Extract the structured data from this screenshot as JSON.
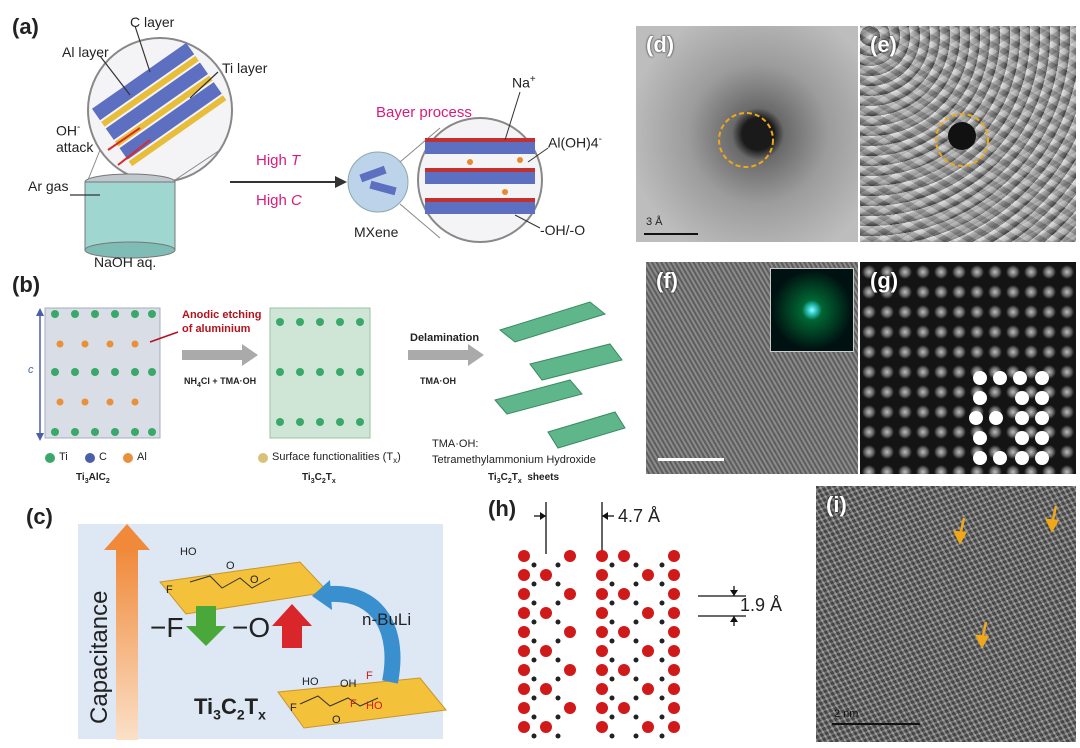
{
  "panel_a": {
    "label": "(a)",
    "c_layer": "C layer",
    "al_layer": "Al layer",
    "ti_layer": "Ti layer",
    "oh_attack_1": "OH",
    "oh_attack_sup": "-",
    "oh_attack_2": "attack",
    "ar_gas": "Ar gas",
    "naoh": "NaOH aq.",
    "high_t_1": "High ",
    "high_t_2": "T",
    "high_c_1": "High ",
    "high_c_2": "C",
    "mxene": "MXene",
    "bayer": "Bayer process",
    "na": "Na",
    "na_sup": "+",
    "aloh": "Al(OH)4",
    "aloh_sup": "-",
    "oho": "-OH/-O"
  },
  "panel_b": {
    "label": "(b)",
    "c_axis": "c",
    "anodic_1": "Anodic etching",
    "anodic_2": "of aluminium",
    "reagent_1": "NH",
    "reagent_1_sub": "4",
    "reagent_1_rest": "Cl + TMA·OH",
    "delamination": "Delamination",
    "reagent_2": "TMA·OH",
    "leg_ti": "Ti",
    "leg_c": "C",
    "leg_al": "Al",
    "ti3alc2": "Ti",
    "ti3alc2_s1": "3",
    "ti3alc2_m": "AlC",
    "ti3alc2_s2": "2",
    "surface": "Surface functionalities (T",
    "surface_sub": "x",
    "surface_end": ")",
    "ti3c2tx_a": "Ti",
    "ti3c2tx_s1": "3",
    "ti3c2tx_b": "C",
    "ti3c2tx_s2": "2",
    "ti3c2tx_c": "T",
    "ti3c2tx_s3": "x",
    "tma_def_1": "TMA·OH:",
    "tma_def_2": "Tetramethylammonium Hydroxide",
    "sheets_a": "Ti",
    "sheets_s1": "3",
    "sheets_b": "C",
    "sheets_s2": "2",
    "sheets_c": "T",
    "sheets_s3": "x",
    "sheets_d": "  sheets"
  },
  "panel_c": {
    "label": "(c)",
    "capacitance": "Capacitance",
    "minus_f": "−F",
    "minus_o": "−O",
    "nbuli": "n-BuLi",
    "formula_a": "Ti",
    "formula_s1": "3",
    "formula_b": "C",
    "formula_s2": "2",
    "formula_c": "T",
    "formula_s3": "x",
    "ho1": "HO",
    "f1": "F",
    "o1": "O",
    "o2": "O",
    "ho2": "HO",
    "oh2": "OH",
    "f2": "F",
    "f3": "F",
    "ho3": "HO",
    "f4": "F",
    "o3": "O"
  },
  "panel_d": {
    "label": "(d)",
    "scale": "3 Å"
  },
  "panel_e": {
    "label": "(e)"
  },
  "panel_f": {
    "label": "(f)"
  },
  "panel_g": {
    "label": "(g)"
  },
  "panel_h": {
    "label": "(h)",
    "spacing_1": "4.7 Å",
    "spacing_2": "1.9 Å"
  },
  "panel_i": {
    "label": "(i)",
    "scale": "2 nm"
  },
  "colors": {
    "c_atom": "#4a5fa8",
    "ti_atom": "#3aa86a",
    "al_atom": "#e8903a",
    "red_arrow": "#d9262a",
    "green_arrow": "#4aa83a",
    "blue_arrow": "#3a8fcf",
    "flake": "#f3c13a",
    "dashed_circle": "#f0a818",
    "pink_text": "#d81b7a",
    "dark_red_text": "#b5121b",
    "o_atom": "#d01a1a"
  }
}
